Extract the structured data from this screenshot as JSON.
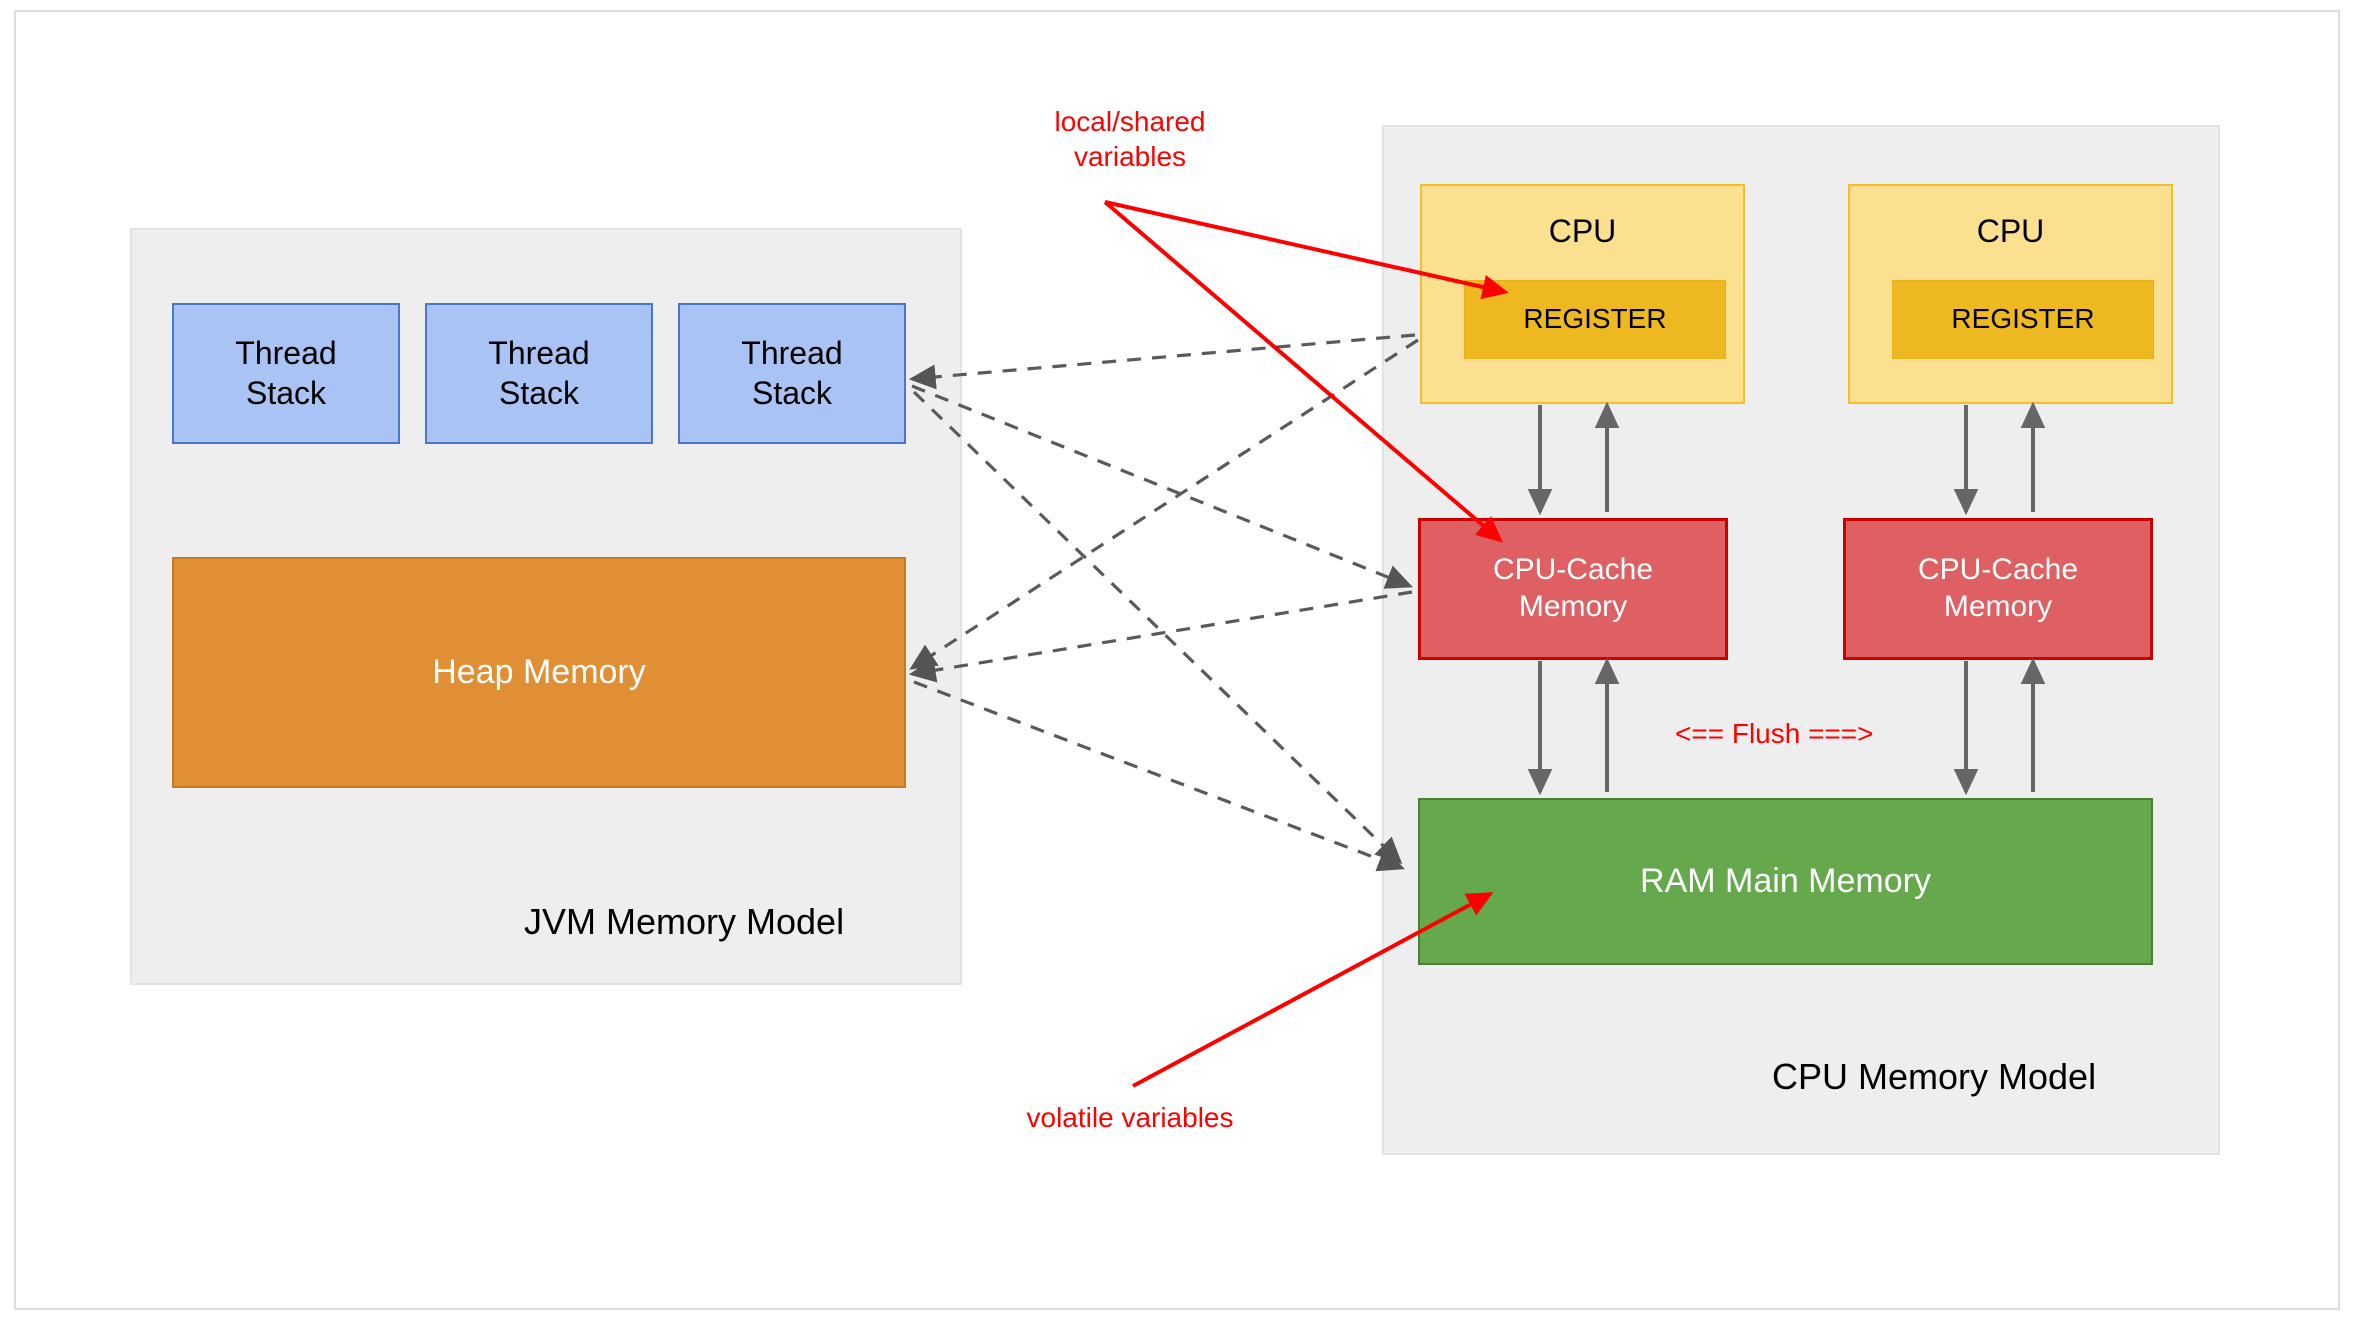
{
  "diagram": {
    "title": "JVM Memory Model and CPU Memory Model",
    "colors": {
      "thread_stack_fill": "#a9c4f4",
      "thread_stack_border": "#4a78c8",
      "heap_fill": "#e08f34",
      "heap_border": "#c67b1f",
      "cpu_fill": "#fbe18f",
      "cpu_border": "#efbf2f",
      "register_fill": "#edb820",
      "cache_fill": "#df6063",
      "cache_border": "#cc0000",
      "ram_fill": "#66a84c",
      "ram_border": "#4a7f35",
      "panel_fill": "#eeeeee",
      "annotation_red": "#ff0000",
      "connector_gray": "#666666"
    },
    "panels": [
      {
        "id": "jvm",
        "title": "JVM Memory Model"
      },
      {
        "id": "cpu",
        "title": "CPU Memory Model"
      }
    ],
    "jvm": {
      "thread_stacks": [
        {
          "label": "Thread\nStack"
        },
        {
          "label": "Thread\nStack"
        },
        {
          "label": "Thread\nStack"
        }
      ],
      "heap": {
        "label": "Heap Memory"
      }
    },
    "cpu_side": {
      "cpus": [
        {
          "label": "CPU",
          "register": "REGISTER",
          "cache": "CPU-Cache\nMemory"
        },
        {
          "label": "CPU",
          "register": "REGISTER",
          "cache": "CPU-Cache\nMemory"
        }
      ],
      "ram": {
        "label": "RAM Main Memory"
      },
      "flush_label": "<== Flush ===>"
    },
    "annotations": [
      {
        "id": "local-shared",
        "label": "local/shared\nvariables"
      },
      {
        "id": "volatile",
        "label": "volatile variables"
      }
    ]
  }
}
